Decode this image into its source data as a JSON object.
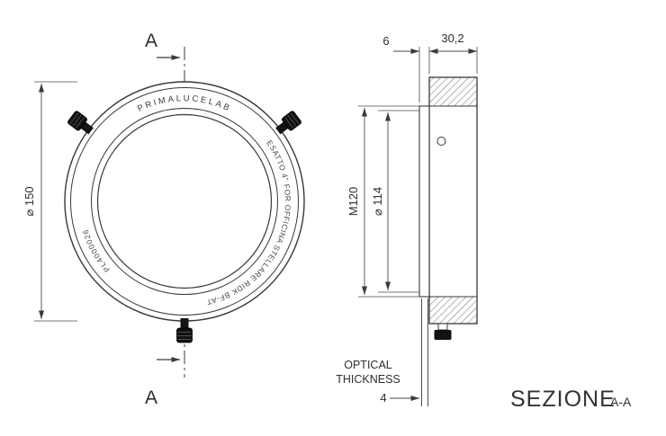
{
  "front_view": {
    "section_marker": "A",
    "diameter_label": "⌀ 150",
    "ring_brand": "PRIMALUCELAB",
    "ring_model": "ESATTO 4\" FOR OFFICINA STELLARE RIDK BF-AT",
    "ring_part_number": "PL4000026"
  },
  "section_view": {
    "dim_flange_step": "6",
    "dim_total_depth": "30,2",
    "dim_thread": "M120",
    "dim_clear_aperture": "⌀ 114",
    "optical_line1": "OPTICAL",
    "optical_line2": "THICKNESS",
    "optical_value": "4",
    "caption": "SEZIONE",
    "caption_detail": "A-A"
  }
}
